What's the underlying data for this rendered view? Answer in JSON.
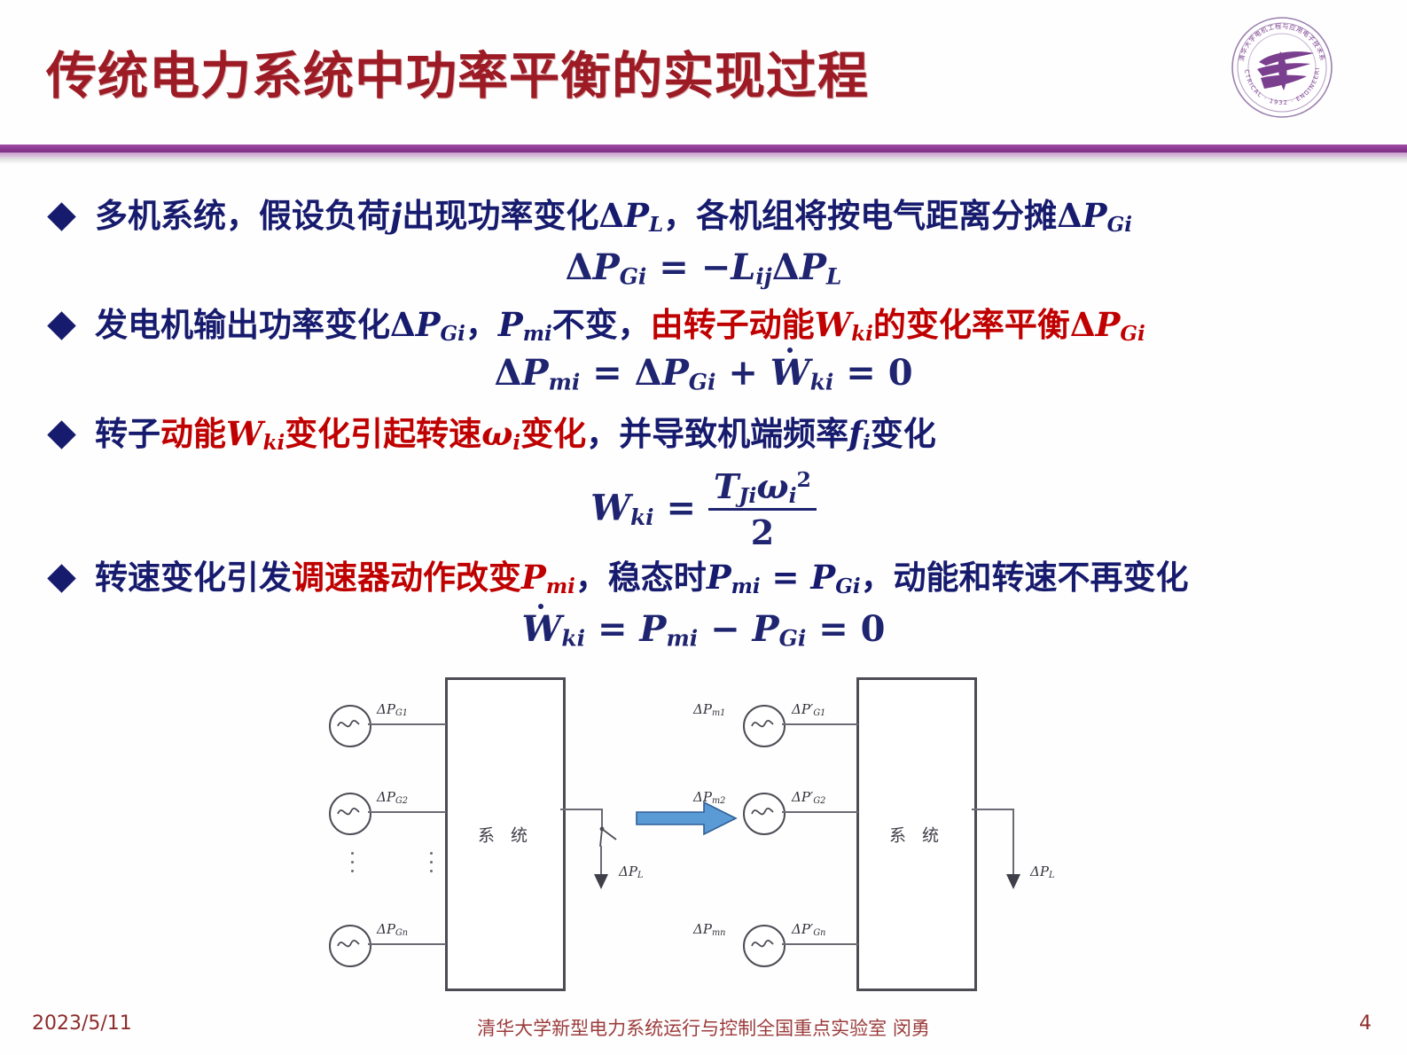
{
  "slide": {
    "title": "传统电力系统中功率平衡的实现过程",
    "accent_purple": "#8e3d95",
    "title_color": "#9c1b25",
    "body_navy": "#171b6e",
    "emphasis_red": "#c00000"
  },
  "logo": {
    "name": "tsinghua-electrical-engineering-emblem",
    "outer_text_latin": "ELECTRICAL · 1932 · ENGINEERING",
    "outer_text_cn": "清华大学电机工程与应用电子技术系",
    "monogram": "EE",
    "color": "#7b3f8f"
  },
  "bullets": [
    {
      "marker": "◆",
      "segments": [
        {
          "text": "多机系统，假设负荷",
          "color": "navy"
        },
        {
          "text": "j",
          "color": "navy",
          "style": "italic"
        },
        {
          "text": "出现功率变化",
          "color": "navy"
        },
        {
          "text": "ΔP_L",
          "color": "navy",
          "style": "math"
        },
        {
          "text": "，各机组将按电气距离分摊",
          "color": "navy"
        },
        {
          "text": "ΔP_Gi",
          "color": "navy",
          "style": "math"
        }
      ],
      "plain": "多机系统，假设负荷j出现功率变化ΔPL，各机组将按电气距离分摊ΔPGi",
      "equation": "ΔP_Gi = −L_ij ΔP_L"
    },
    {
      "marker": "◆",
      "segments": [
        {
          "text": "发电机输出功率变化",
          "color": "navy"
        },
        {
          "text": "ΔP_Gi",
          "color": "navy",
          "style": "math"
        },
        {
          "text": "，",
          "color": "navy"
        },
        {
          "text": "P_mi",
          "color": "navy",
          "style": "math"
        },
        {
          "text": "不变，",
          "color": "navy"
        },
        {
          "text": "由转子动能",
          "color": "red"
        },
        {
          "text": "W_ki",
          "color": "red",
          "style": "math"
        },
        {
          "text": "的变化率平衡",
          "color": "red"
        },
        {
          "text": "ΔP_Gi",
          "color": "red",
          "style": "math"
        }
      ],
      "plain": "发电机输出功率变化ΔPGi，Pmi不变，由转子动能Wki的变化率平衡ΔPGi",
      "equation": "ΔP_mi = ΔP_Gi + Ẇ_ki = 0"
    },
    {
      "marker": "◆",
      "segments": [
        {
          "text": "转子",
          "color": "navy"
        },
        {
          "text": "动能",
          "color": "red"
        },
        {
          "text": "W_ki",
          "color": "red",
          "style": "math"
        },
        {
          "text": "变化引起转速",
          "color": "red"
        },
        {
          "text": "ω_i",
          "color": "red",
          "style": "math"
        },
        {
          "text": "变化",
          "color": "red"
        },
        {
          "text": "，并导致机端频率",
          "color": "navy"
        },
        {
          "text": "f_i",
          "color": "navy",
          "style": "math"
        },
        {
          "text": "变化",
          "color": "navy"
        }
      ],
      "plain": "转子动能Wki变化引起转速ωi变化，并导致机端频率fi变化",
      "equation": "W_ki = T_Ji ω_i² / 2"
    },
    {
      "marker": "◆",
      "segments": [
        {
          "text": "转速变化引发",
          "color": "navy"
        },
        {
          "text": "调速器动作改变",
          "color": "red"
        },
        {
          "text": "P_mi",
          "color": "red",
          "style": "math"
        },
        {
          "text": "，稳态时",
          "color": "navy"
        },
        {
          "text": "P_mi = P_Gi",
          "color": "navy",
          "style": "math"
        },
        {
          "text": "，动能和转速不再变化",
          "color": "navy"
        }
      ],
      "plain": "转速变化引发调速器动作改变Pmi，稳态时Pmi = PGi，动能和转速不再变化",
      "equation": "Ẇ_ki = P_mi − P_Gi = 0"
    }
  ],
  "diagram": {
    "left": {
      "box_label": "系 统",
      "generators": [
        {
          "out_label": "ΔP",
          "out_sub": "G1"
        },
        {
          "out_label": "ΔP",
          "out_sub": "G2"
        },
        {
          "out_label": "ΔP",
          "out_sub": "Gn"
        }
      ],
      "ellipsis": "⋮",
      "switch": "open-breaker",
      "load_label": "ΔP",
      "load_sub": "L"
    },
    "transition_arrow": {
      "direction": "right",
      "color": "#5b9bd5"
    },
    "right": {
      "box_label": "系 统",
      "generators": [
        {
          "in_label": "ΔP",
          "in_sub": "m1",
          "out_label": "ΔP′",
          "out_sub": "G1"
        },
        {
          "in_label": "ΔP",
          "in_sub": "m2",
          "out_label": "ΔP′",
          "out_sub": "G2"
        },
        {
          "in_label": "ΔP",
          "in_sub": "mn",
          "out_label": "ΔP′",
          "out_sub": "Gn"
        }
      ],
      "load_label": "ΔP",
      "load_sub": "L"
    }
  },
  "footer": {
    "date": "2023/5/11",
    "center": "清华大学新型电力系统运行与控制全国重点实验室 闵勇",
    "page": "4"
  }
}
